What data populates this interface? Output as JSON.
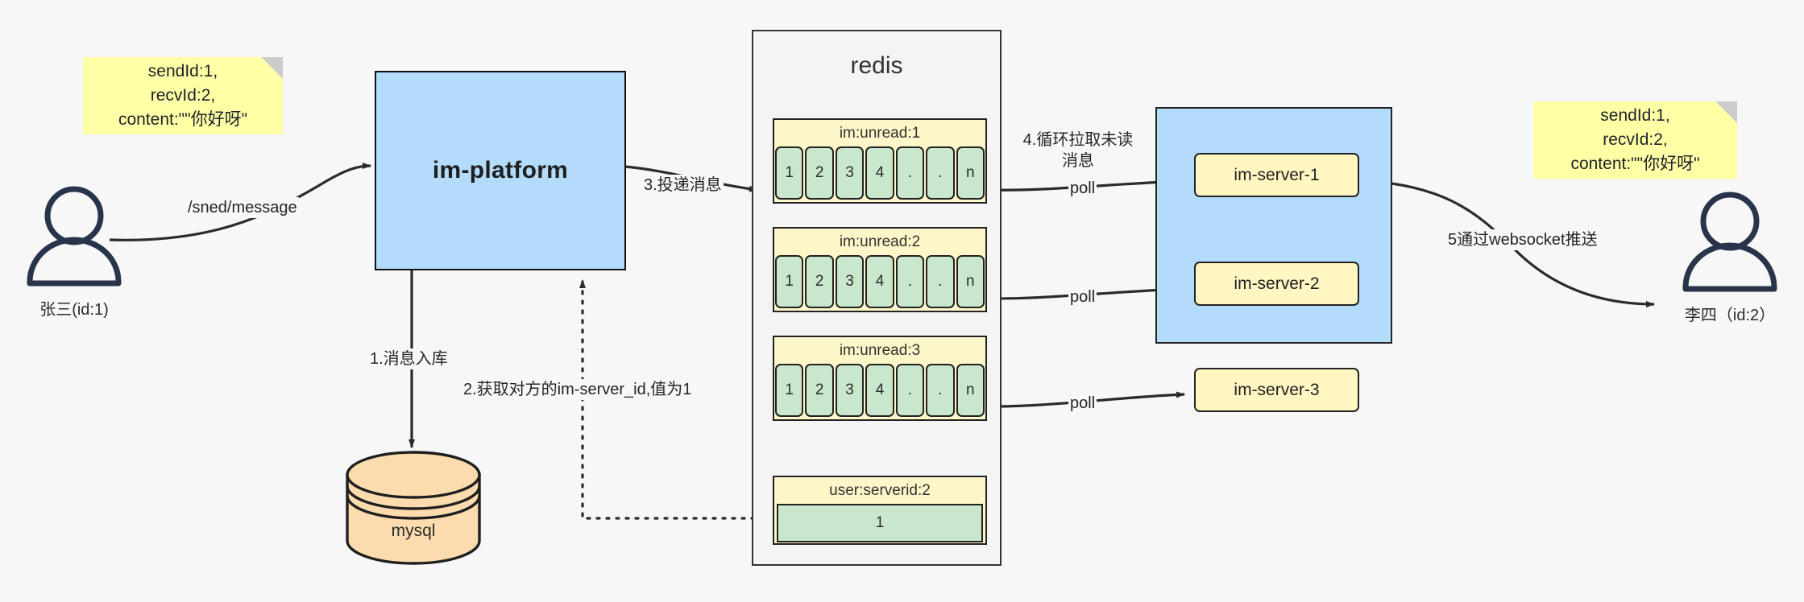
{
  "diagram": {
    "background_color": "#f7f7f7",
    "notes": [
      {
        "id": "note-left",
        "lines": [
          "sendId:1,",
          "recvId:2,",
          "content:\"\"你好呀\""
        ]
      },
      {
        "id": "note-right",
        "lines": [
          "sendId:1,",
          "recvId:2,",
          "content:\"\"你好呀\""
        ]
      }
    ],
    "actors": [
      {
        "id": "actor-left",
        "label": "张三(id:1)"
      },
      {
        "id": "actor-right",
        "label": "李四（id:2）"
      }
    ],
    "platform": {
      "label": "im-platform",
      "fill": "#b3dcfb"
    },
    "database": {
      "label": "mysql",
      "fill": "#fcdcae"
    },
    "redis": {
      "title": "redis",
      "fill": "#f4f4f4",
      "keys": [
        {
          "name": "im:unread:1",
          "cells": [
            "1",
            "2",
            "3",
            "4",
            ".",
            ".",
            "n"
          ]
        },
        {
          "name": "im:unread:2",
          "cells": [
            "1",
            "2",
            "3",
            "4",
            ".",
            ".",
            "n"
          ]
        },
        {
          "name": "im:unread:3",
          "cells": [
            "1",
            "2",
            "3",
            "4",
            ".",
            ".",
            "n"
          ]
        }
      ],
      "hash": {
        "name": "user:serverid:2",
        "value": "1"
      }
    },
    "server_group": {
      "fill": "#b3dcfb",
      "servers": [
        {
          "label": "im-server-1"
        },
        {
          "label": "im-server-2"
        },
        {
          "label": "im-server-3"
        }
      ]
    },
    "edges": [
      {
        "id": "edge-send-message",
        "label": "/sned/message"
      },
      {
        "id": "edge-store-message",
        "label": "1.消息入库"
      },
      {
        "id": "edge-get-serverid",
        "label": "2.获取对方的im-server_id,值为1"
      },
      {
        "id": "edge-deliver-message",
        "label": "3.投递消息"
      },
      {
        "id": "edge-poll-unread",
        "label": "4.循环拉取未读消息"
      },
      {
        "id": "edge-poll-1",
        "label": "poll"
      },
      {
        "id": "edge-poll-2",
        "label": "poll"
      },
      {
        "id": "edge-poll-3",
        "label": "poll"
      },
      {
        "id": "edge-websocket-push",
        "label": "5通过websocket推送"
      }
    ]
  }
}
